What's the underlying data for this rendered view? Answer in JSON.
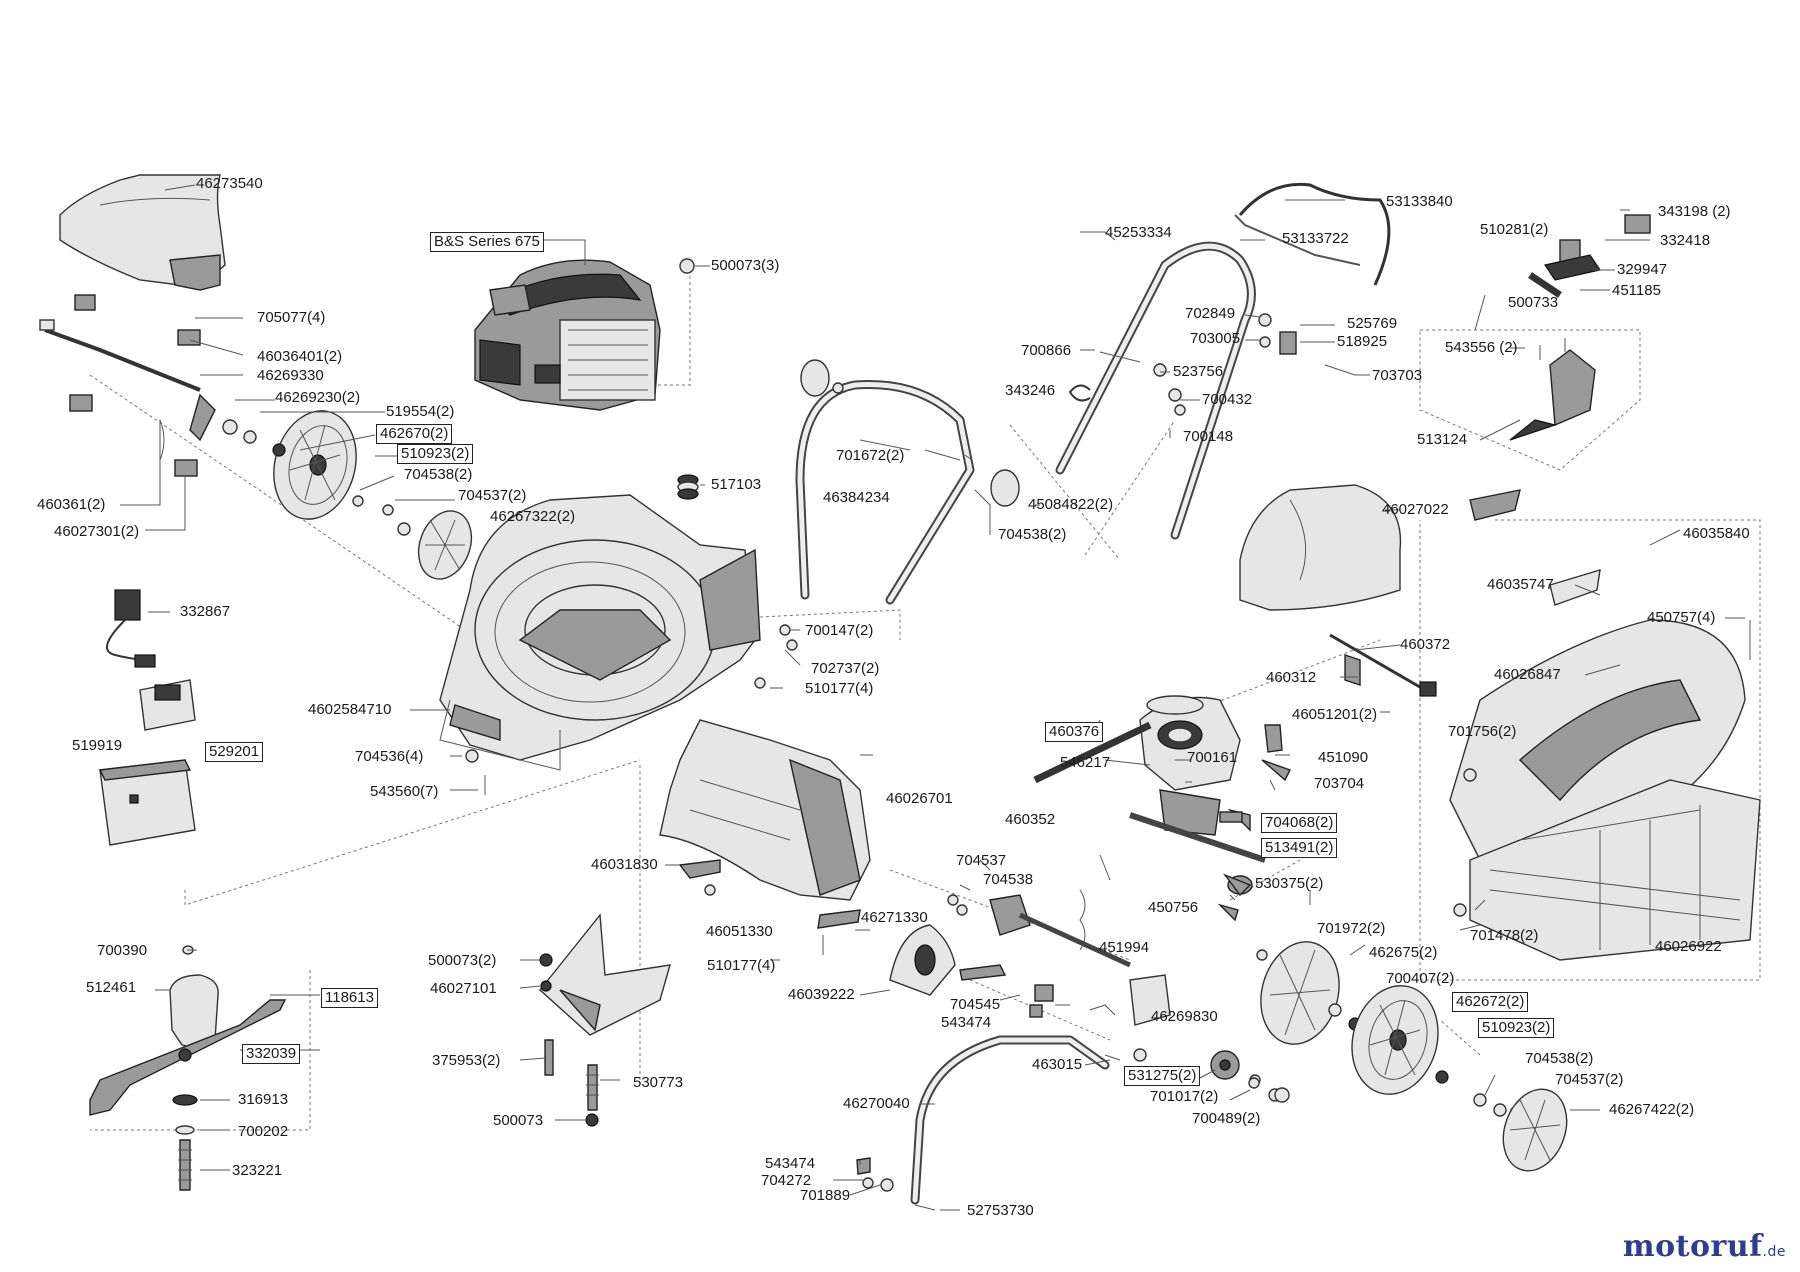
{
  "diagram": {
    "parts": [
      {
        "id": "p46273540",
        "label": "46273540"
      },
      {
        "id": "pBS",
        "label": "B&S Series 675",
        "boxed": true
      },
      {
        "id": "p500073_3",
        "label": "500073(3)"
      },
      {
        "id": "p705077",
        "label": "705077(4)"
      },
      {
        "id": "p46036401",
        "label": "46036401(2)"
      },
      {
        "id": "p46269330",
        "label": "46269330"
      },
      {
        "id": "p46269230",
        "label": "46269230(2)"
      },
      {
        "id": "p519554",
        "label": "519554(2)"
      },
      {
        "id": "p462670",
        "label": "462670(2)",
        "boxed": true
      },
      {
        "id": "p510923a",
        "label": "510923(2)",
        "boxed": true
      },
      {
        "id": "p704538a",
        "label": "704538(2)"
      },
      {
        "id": "p704537a",
        "label": "704537(2)"
      },
      {
        "id": "p46267322",
        "label": "46267322(2)"
      },
      {
        "id": "p460361",
        "label": "460361(2)"
      },
      {
        "id": "p46027301",
        "label": "46027301(2)"
      },
      {
        "id": "p517103",
        "label": "517103"
      },
      {
        "id": "p332867",
        "label": "332867"
      },
      {
        "id": "p529201",
        "label": "529201",
        "boxed": true
      },
      {
        "id": "p519919",
        "label": "519919"
      },
      {
        "id": "p4602584710",
        "label": "4602584710"
      },
      {
        "id": "p704536",
        "label": "704536(4)"
      },
      {
        "id": "p543560",
        "label": "543560(7)"
      },
      {
        "id": "p700147",
        "label": "700147(2)"
      },
      {
        "id": "p702737",
        "label": "702737(2)"
      },
      {
        "id": "p510177a",
        "label": "510177(4)"
      },
      {
        "id": "p701672",
        "label": "701672(2)"
      },
      {
        "id": "p46384234",
        "label": "46384234"
      },
      {
        "id": "p45084822",
        "label": "45084822(2)"
      },
      {
        "id": "p704538b",
        "label": "704538(2)"
      },
      {
        "id": "p45253334",
        "label": "45253334"
      },
      {
        "id": "p53133840",
        "label": "53133840"
      },
      {
        "id": "p53133722",
        "label": "53133722"
      },
      {
        "id": "p702849",
        "label": "702849"
      },
      {
        "id": "p703005",
        "label": "703005"
      },
      {
        "id": "p525769",
        "label": "525769"
      },
      {
        "id": "p518925",
        "label": "518925"
      },
      {
        "id": "p700866",
        "label": "700866"
      },
      {
        "id": "p523756",
        "label": "523756"
      },
      {
        "id": "p703703",
        "label": "703703"
      },
      {
        "id": "p343246",
        "label": "343246"
      },
      {
        "id": "p700432",
        "label": "700432"
      },
      {
        "id": "p700148",
        "label": "700148"
      },
      {
        "id": "p510281",
        "label": "510281(2)"
      },
      {
        "id": "p343198",
        "label": "343198 (2)"
      },
      {
        "id": "p332418",
        "label": "332418"
      },
      {
        "id": "p329947",
        "label": "329947"
      },
      {
        "id": "p451185",
        "label": "451185"
      },
      {
        "id": "p500733",
        "label": "500733"
      },
      {
        "id": "p543556",
        "label": "543556 (2)"
      },
      {
        "id": "p513124",
        "label": "513124"
      },
      {
        "id": "p46027022",
        "label": "46027022"
      },
      {
        "id": "p46035840",
        "label": "46035840"
      },
      {
        "id": "p46035747",
        "label": "46035747"
      },
      {
        "id": "p450757",
        "label": "450757(4)"
      },
      {
        "id": "p46026847",
        "label": "46026847"
      },
      {
        "id": "p460372",
        "label": "460372"
      },
      {
        "id": "p460312",
        "label": "460312"
      },
      {
        "id": "p46051201",
        "label": "46051201(2)"
      },
      {
        "id": "p460376",
        "label": "460376",
        "boxed": true
      },
      {
        "id": "p701756",
        "label": "701756(2)"
      },
      {
        "id": "p546217",
        "label": "546217"
      },
      {
        "id": "p700161",
        "label": "700161"
      },
      {
        "id": "p451090",
        "label": "451090"
      },
      {
        "id": "p703704",
        "label": "703704"
      },
      {
        "id": "p460352",
        "label": "460352"
      },
      {
        "id": "p704068",
        "label": "704068(2)",
        "boxed": true
      },
      {
        "id": "p513491",
        "label": "513491(2)",
        "boxed": true
      },
      {
        "id": "p46026701",
        "label": "46026701"
      },
      {
        "id": "p46031830",
        "label": "46031830"
      },
      {
        "id": "p704537b",
        "label": "704537"
      },
      {
        "id": "p704538c",
        "label": "704538"
      },
      {
        "id": "p530375",
        "label": "530375(2)"
      },
      {
        "id": "p450756",
        "label": "450756"
      },
      {
        "id": "p451994",
        "label": "451994"
      },
      {
        "id": "p701478",
        "label": "701478(2)"
      },
      {
        "id": "p46026922",
        "label": "46026922"
      },
      {
        "id": "p46051330",
        "label": "46051330"
      },
      {
        "id": "p46271330",
        "label": "46271330"
      },
      {
        "id": "p510177b",
        "label": "510177(4)"
      },
      {
        "id": "p46039222",
        "label": "46039222"
      },
      {
        "id": "p701972",
        "label": "701972(2)"
      },
      {
        "id": "p462675",
        "label": "462675(2)"
      },
      {
        "id": "p700407",
        "label": "700407(2)"
      },
      {
        "id": "p462672",
        "label": "462672(2)",
        "boxed": true
      },
      {
        "id": "p510923b",
        "label": "510923(2)",
        "boxed": true
      },
      {
        "id": "p704545",
        "label": "704545"
      },
      {
        "id": "p543474a",
        "label": "543474"
      },
      {
        "id": "p46269830",
        "label": "46269830"
      },
      {
        "id": "p463015",
        "label": "463015"
      },
      {
        "id": "p531275",
        "label": "531275(2)",
        "boxed": true
      },
      {
        "id": "p701017",
        "label": "701017(2)"
      },
      {
        "id": "p700489",
        "label": "700489(2)"
      },
      {
        "id": "p704538d",
        "label": "704538(2)"
      },
      {
        "id": "p704537c",
        "label": "704537(2)"
      },
      {
        "id": "p46267422",
        "label": "46267422(2)"
      },
      {
        "id": "p700390",
        "label": "700390"
      },
      {
        "id": "p512461",
        "label": "512461"
      },
      {
        "id": "p118613",
        "label": "118613",
        "boxed": true
      },
      {
        "id": "p332039",
        "label": "332039",
        "boxed": true
      },
      {
        "id": "p316913",
        "label": "316913"
      },
      {
        "id": "p700202",
        "label": "700202"
      },
      {
        "id": "p323221",
        "label": "323221"
      },
      {
        "id": "p500073_2",
        "label": "500073(2)"
      },
      {
        "id": "p46027101",
        "label": "46027101"
      },
      {
        "id": "p375953",
        "label": "375953(2)"
      },
      {
        "id": "p530773",
        "label": "530773"
      },
      {
        "id": "p500073",
        "label": "500073"
      },
      {
        "id": "p46270040",
        "label": "46270040"
      },
      {
        "id": "p543474b",
        "label": "543474"
      },
      {
        "id": "p704272",
        "label": "704272"
      },
      {
        "id": "p701889",
        "label": "701889"
      },
      {
        "id": "p52753730",
        "label": "52753730"
      }
    ]
  },
  "watermark": {
    "brand": "motoruf",
    "tld": ".de",
    "color_dark": "#2a3f8f",
    "color_accent": "#e0601a"
  }
}
